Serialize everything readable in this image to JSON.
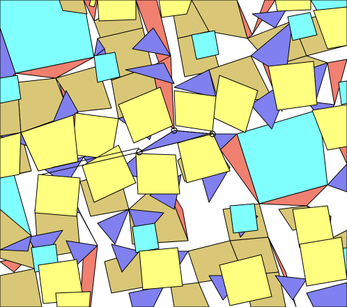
{
  "diagram": {
    "kind": "aperiodic tiling",
    "background_color": "#ffffff",
    "outline_color": "#000000",
    "palette": {
      "yellow": "#ffff80",
      "tan": "#d9c777",
      "blue": "#8080f0",
      "salmon": "#f08070",
      "cyan": "#80ffff"
    },
    "tile_types": [
      "yellow",
      "tan",
      "blue",
      "salmon",
      "cyan"
    ],
    "markers": [
      "marker-circle",
      "marker-circle",
      "marker-circle"
    ]
  }
}
